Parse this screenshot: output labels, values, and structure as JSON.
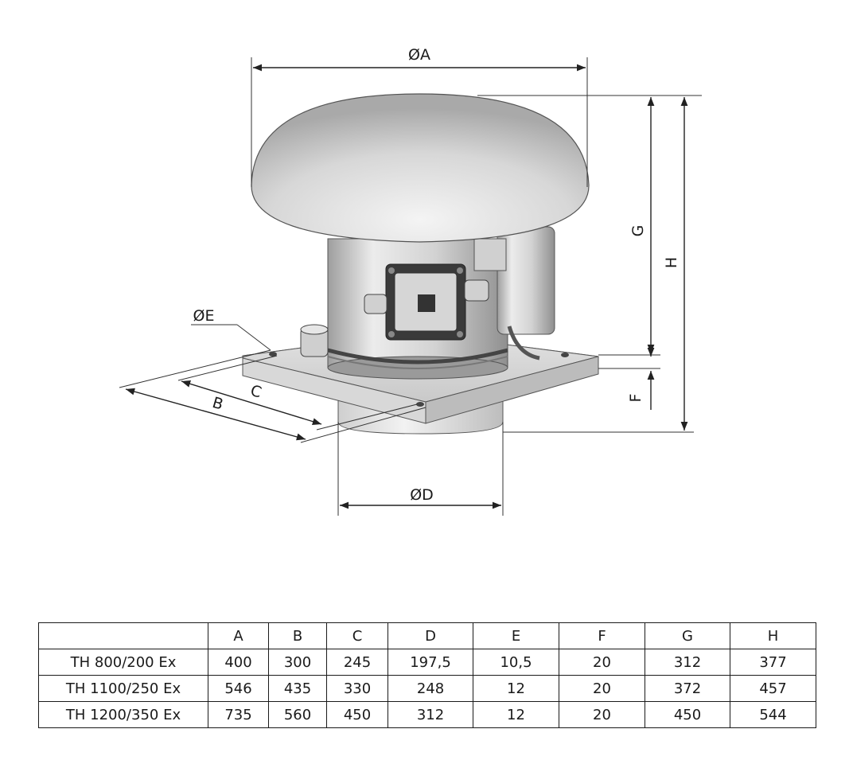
{
  "labels": {
    "dim_a": "ØA",
    "dim_b": "B",
    "dim_c": "C",
    "dim_d": "ØD",
    "dim_e": "ØE",
    "dim_f": "F",
    "dim_g": "G",
    "dim_h": "H"
  },
  "table": {
    "headers": [
      "",
      "A",
      "B",
      "C",
      "D",
      "E",
      "F",
      "G",
      "H"
    ],
    "rows": [
      [
        "TH 800/200 Ex",
        "400",
        "300",
        "245",
        "197,5",
        "10,5",
        "20",
        "312",
        "377"
      ],
      [
        "TH 1100/250 Ex",
        "546",
        "435",
        "330",
        "248",
        "12",
        "20",
        "372",
        "457"
      ],
      [
        "TH 1200/350 Ex",
        "735",
        "560",
        "450",
        "312",
        "12",
        "20",
        "450",
        "544"
      ]
    ]
  }
}
